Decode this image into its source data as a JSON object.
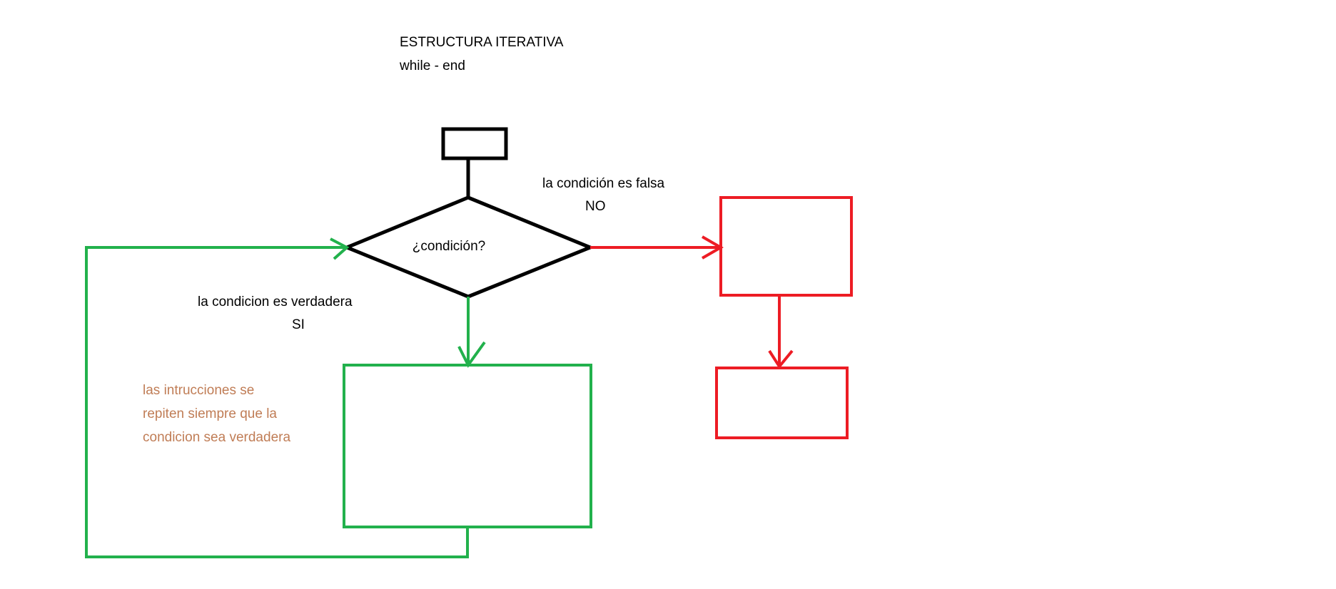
{
  "title": {
    "line1": "ESTRUCTURA ITERATIVA",
    "line2": "while - end"
  },
  "diamond": {
    "label": "¿condición?"
  },
  "false_branch": {
    "label": "la condición es falsa",
    "answer": "NO"
  },
  "true_branch": {
    "label": "la condicion es verdadera",
    "answer": "SI"
  },
  "note": {
    "lines": [
      "las intrucciones se",
      "repiten siempre que la",
      "condicion sea verdadera"
    ]
  },
  "colors": {
    "outline": "#000000",
    "true_path": "#22b14c",
    "false_path": "#ed1c24",
    "note_text": "#c07d56"
  }
}
